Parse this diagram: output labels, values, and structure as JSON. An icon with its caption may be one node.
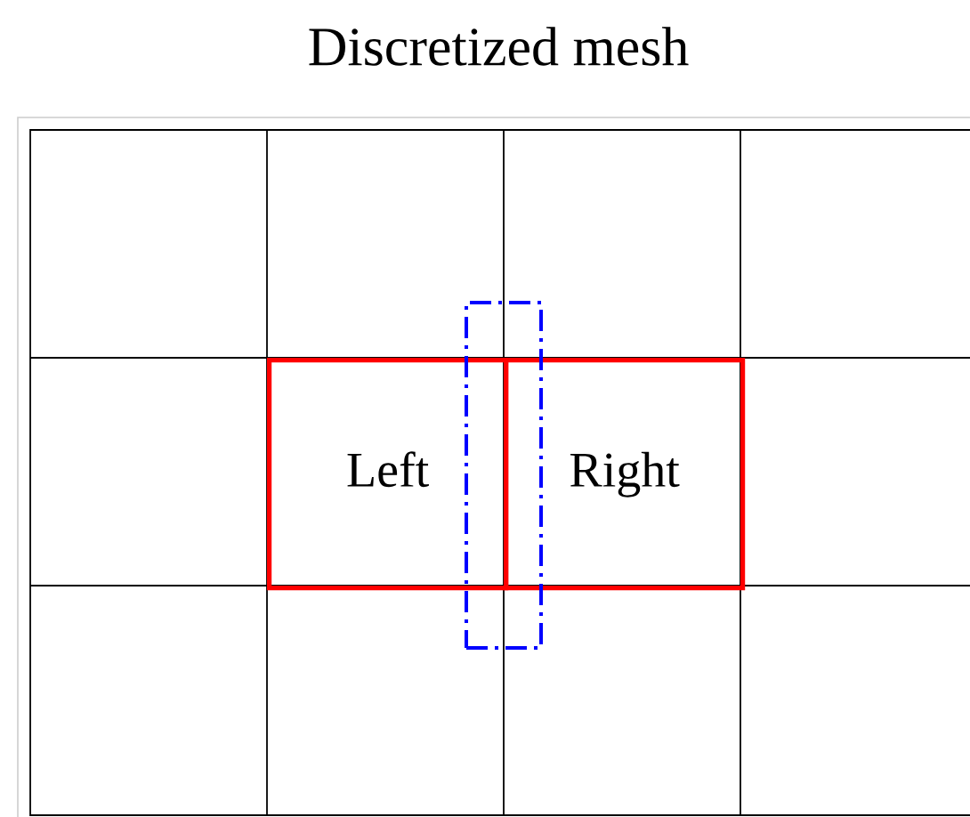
{
  "diagram": {
    "title": "Discretized mesh",
    "nodes": [
      {
        "text": [
          "Left"
        ]
      },
      {
        "text": [
          "Right"
        ]
      },
      {
        "text": [],
        "shape": "box"
      }
    ]
  }
}
